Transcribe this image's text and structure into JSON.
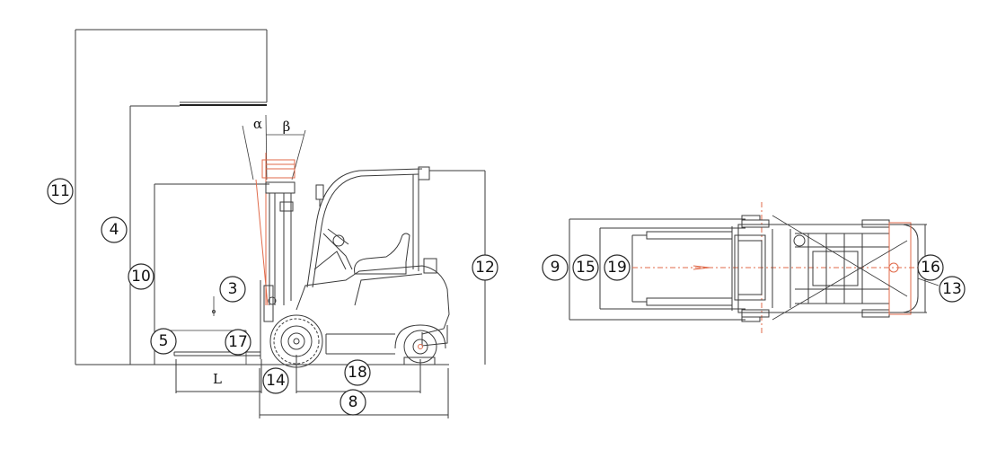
{
  "side_view": {
    "callouts": [
      {
        "id": "c11",
        "label": "11"
      },
      {
        "id": "c4",
        "label": "4"
      },
      {
        "id": "c10",
        "label": "10"
      },
      {
        "id": "c3",
        "label": "3"
      },
      {
        "id": "c5",
        "label": "5"
      },
      {
        "id": "c17",
        "label": "17"
      },
      {
        "id": "c12",
        "label": "12"
      },
      {
        "id": "c14",
        "label": "14"
      },
      {
        "id": "c18",
        "label": "18"
      },
      {
        "id": "c8",
        "label": "8"
      }
    ],
    "angle_labels": {
      "alpha": "α",
      "beta": "β"
    },
    "fork_length_label": "L"
  },
  "top_view": {
    "callouts": [
      {
        "id": "c9",
        "label": "9"
      },
      {
        "id": "c15",
        "label": "15"
      },
      {
        "id": "c19",
        "label": "19"
      },
      {
        "id": "c16",
        "label": "16"
      },
      {
        "id": "c13",
        "label": "13"
      }
    ]
  },
  "colors": {
    "line": "#3a3a3a",
    "accent": "#e06a4a",
    "background": "#ffffff"
  }
}
